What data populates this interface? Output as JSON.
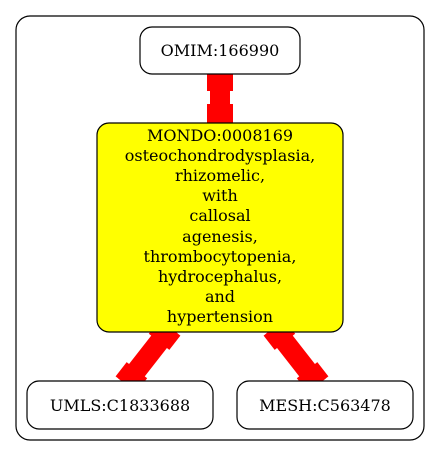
{
  "diagram": {
    "nodes": {
      "omim": {
        "label": "OMIM:166990"
      },
      "mondo": {
        "label_lines": [
          "MONDO:0008169",
          "osteochondrodysplasia,",
          "rhizomelic,",
          "with",
          "callosal",
          "agenesis,",
          "thrombocytopenia,",
          "hydrocephalus,",
          "and",
          "hypertension"
        ],
        "fill": "#ffff00"
      },
      "umls": {
        "label": "UMLS:C1833688"
      },
      "mesh": {
        "label": "MESH:C563478"
      }
    },
    "edges": [
      {
        "from": "omim",
        "to": "mondo"
      },
      {
        "from": "mondo",
        "to": "umls"
      },
      {
        "from": "mondo",
        "to": "mesh"
      }
    ],
    "edge_color": "#ff0000"
  }
}
